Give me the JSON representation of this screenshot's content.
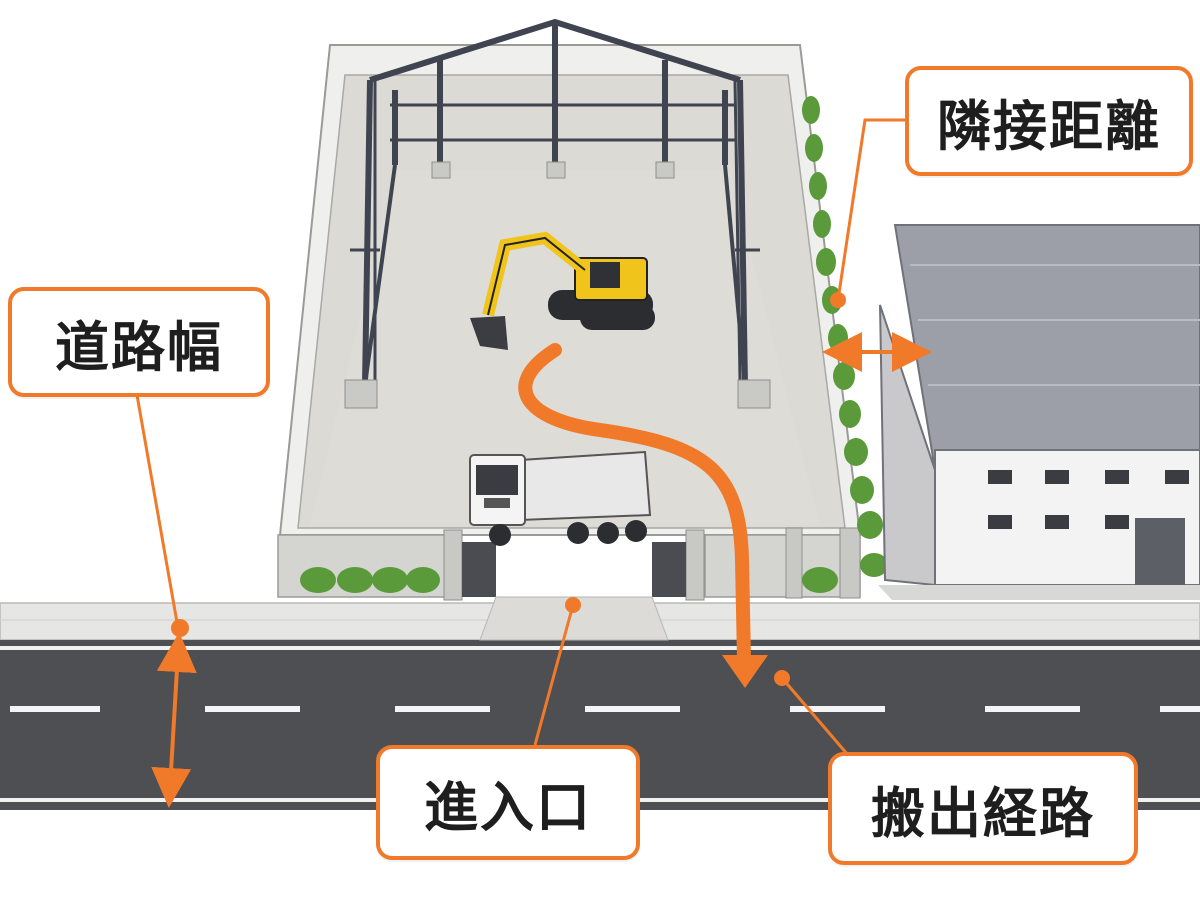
{
  "labels": {
    "road_width": "道路幅",
    "adjacent_distance": "隣接距離",
    "entrance": "進入口",
    "removal_route": "搬出経路"
  },
  "colors": {
    "accent": "#f07a2a",
    "road": "#4e4f53",
    "site_floor": "#dcdad5",
    "frame": "#3f4450",
    "excavator": "#f0c41a",
    "truck_body": "#e8e8e8"
  },
  "icons": {
    "excavator": "excavator-icon",
    "dump_truck": "dump-truck-icon",
    "warehouse": "warehouse-icon",
    "steel_frame": "steel-frame-icon"
  }
}
